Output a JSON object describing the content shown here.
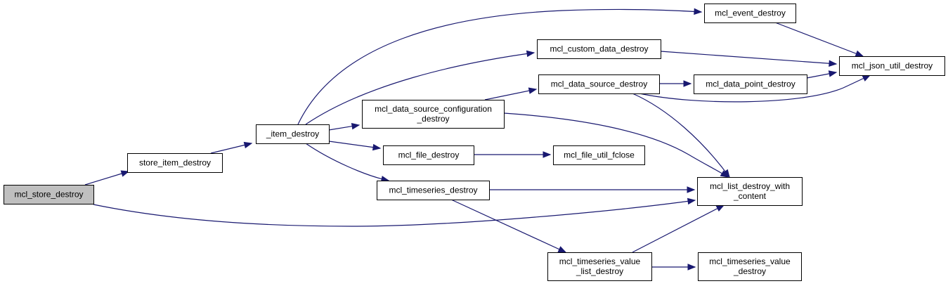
{
  "graph": {
    "nodes": {
      "mcl_store_destroy": {
        "lines": [
          "mcl_store_destroy"
        ],
        "highlighted": true
      },
      "store_item_destroy": {
        "lines": [
          "store_item_destroy"
        ]
      },
      "item_destroy": {
        "lines": [
          "_item_destroy"
        ]
      },
      "mcl_event_destroy": {
        "lines": [
          "mcl_event_destroy"
        ]
      },
      "mcl_custom_data_destroy": {
        "lines": [
          "mcl_custom_data_destroy"
        ]
      },
      "mcl_data_source_destroy": {
        "lines": [
          "mcl_data_source_destroy"
        ]
      },
      "mcl_data_source_configuration_destroy": {
        "lines": [
          "mcl_data_source_configuration",
          "_destroy"
        ]
      },
      "mcl_file_destroy": {
        "lines": [
          "mcl_file_destroy"
        ]
      },
      "mcl_timeseries_destroy": {
        "lines": [
          "mcl_timeseries_destroy"
        ]
      },
      "mcl_json_util_destroy": {
        "lines": [
          "mcl_json_util_destroy"
        ]
      },
      "mcl_data_point_destroy": {
        "lines": [
          "mcl_data_point_destroy"
        ]
      },
      "mcl_file_util_fclose": {
        "lines": [
          "mcl_file_util_fclose"
        ]
      },
      "mcl_list_destroy_with_content": {
        "lines": [
          "mcl_list_destroy_with",
          "_content"
        ]
      },
      "mcl_timeseries_value_list_destroy": {
        "lines": [
          "mcl_timeseries_value",
          "_list_destroy"
        ]
      },
      "mcl_timeseries_value_destroy": {
        "lines": [
          "mcl_timeseries_value",
          "_destroy"
        ]
      }
    },
    "edges": [
      {
        "from": "mcl_store_destroy",
        "to": "store_item_destroy"
      },
      {
        "from": "mcl_store_destroy",
        "to": "mcl_list_destroy_with_content"
      },
      {
        "from": "store_item_destroy",
        "to": "item_destroy"
      },
      {
        "from": "item_destroy",
        "to": "mcl_event_destroy"
      },
      {
        "from": "item_destroy",
        "to": "mcl_custom_data_destroy"
      },
      {
        "from": "item_destroy",
        "to": "mcl_data_source_configuration_destroy"
      },
      {
        "from": "item_destroy",
        "to": "mcl_file_destroy"
      },
      {
        "from": "item_destroy",
        "to": "mcl_timeseries_destroy"
      },
      {
        "from": "mcl_event_destroy",
        "to": "mcl_json_util_destroy"
      },
      {
        "from": "mcl_custom_data_destroy",
        "to": "mcl_json_util_destroy"
      },
      {
        "from": "mcl_data_source_configuration_destroy",
        "to": "mcl_data_source_destroy"
      },
      {
        "from": "mcl_data_source_configuration_destroy",
        "to": "mcl_list_destroy_with_content"
      },
      {
        "from": "mcl_data_source_destroy",
        "to": "mcl_data_point_destroy"
      },
      {
        "from": "mcl_data_source_destroy",
        "to": "mcl_json_util_destroy"
      },
      {
        "from": "mcl_data_source_destroy",
        "to": "mcl_list_destroy_with_content"
      },
      {
        "from": "mcl_data_point_destroy",
        "to": "mcl_json_util_destroy"
      },
      {
        "from": "mcl_file_destroy",
        "to": "mcl_file_util_fclose"
      },
      {
        "from": "mcl_timeseries_destroy",
        "to": "mcl_list_destroy_with_content"
      },
      {
        "from": "mcl_timeseries_destroy",
        "to": "mcl_timeseries_value_list_destroy"
      },
      {
        "from": "mcl_timeseries_value_list_destroy",
        "to": "mcl_list_destroy_with_content"
      },
      {
        "from": "mcl_timeseries_value_list_destroy",
        "to": "mcl_timeseries_value_destroy"
      }
    ],
    "colors": {
      "edge": "#191970",
      "node_border": "#000000",
      "root_fill": "#bfbfbf",
      "node_fill": "#ffffff"
    }
  }
}
